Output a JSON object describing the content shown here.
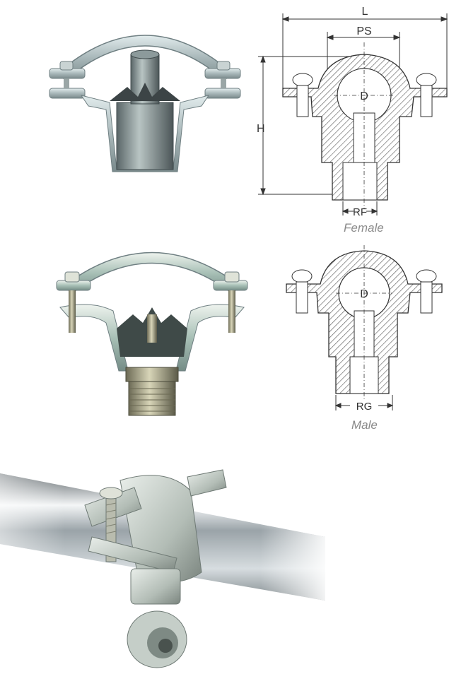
{
  "diagram_labels": {
    "length": "L",
    "pipe_span": "PS",
    "height": "H",
    "diameter_female": "D",
    "diameter_male": "D",
    "female_thread": "RF",
    "male_thread": "RG"
  },
  "captions": {
    "female": "Female",
    "male": "Male"
  },
  "colors": {
    "steel": "#b9c6c8",
    "steel_dark": "#6f7f82",
    "hatch": "#555555",
    "caption": "#8a8a8a"
  }
}
